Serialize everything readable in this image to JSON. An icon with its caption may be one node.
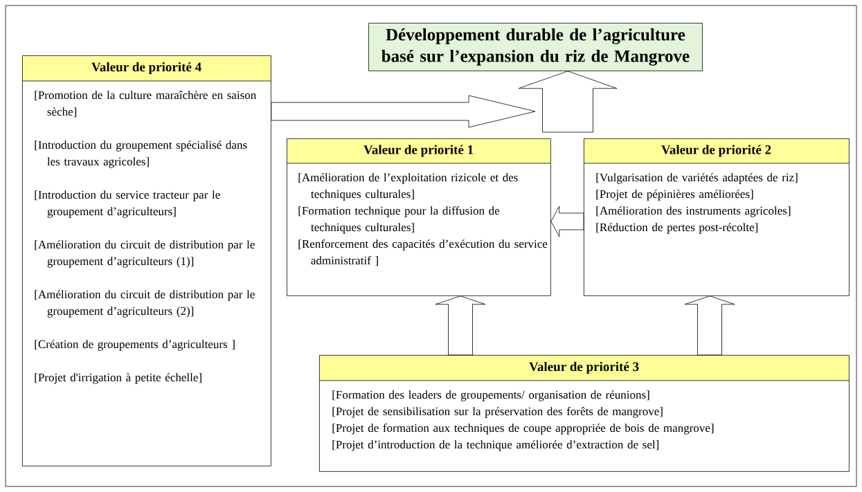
{
  "diagram": {
    "nodes": [
      {
        "text": [
          "Développement durable de l’agriculture basé sur l’expansion du riz de Mangrove"
        ]
      },
      {
        "text": [
          "Valeur de priorité 4",
          "[Promotion de la culture maraîchère en saison sèche]",
          "[Introduction du groupement spécialisé dans les travaux agricoles]",
          "[Introduction du service tracteur par le groupement d’agriculteurs]",
          "[Amélioration du circuit de distribution par le groupement d’agriculteurs (1)]",
          "[Amélioration du circuit de distribution par le groupement d’agriculteurs (2)]",
          "[Création de groupements d’agriculteurs ]",
          "[Projet d'irrigation à petite échelle]"
        ]
      },
      {
        "text": [
          "Valeur de priorité 1",
          "[Amélioration de l’exploitation rizicole et des techniques culturales]",
          "[Formation technique pour la diffusion de techniques culturales]",
          "[Renforcement des capacités d’exécution du service administratif ]"
        ]
      },
      {
        "text": [
          "Valeur de priorité 2",
          "[Vulgarisation de variétés adaptées de riz]",
          "[Projet de pépinières améliorées]",
          "[Amélioration des instruments agricoles]",
          "[Réduction de pertes post-récolte]"
        ]
      },
      {
        "text": [
          "Valeur de priorité 3",
          "[Formation des leaders de groupements/ organisation de réunions]",
          "[Projet de sensibilisation sur la préservation des forêts de mangrove]",
          "[Projet de formation aux techniques de coupe appropriée de bois de mangrove]",
          "[Projet d’introduction de la technique améliorée d’extraction de sel]"
        ]
      }
    ],
    "edges": [
      {
        "from": 1,
        "to": null,
        "arrow": "to"
      },
      {
        "from": null,
        "to": 0,
        "arrow": "to"
      },
      {
        "from": 3,
        "to": 2,
        "arrow": "to"
      },
      {
        "from": 4,
        "to": 2,
        "arrow": "to"
      },
      {
        "from": 4,
        "to": 3,
        "arrow": "to"
      }
    ]
  }
}
